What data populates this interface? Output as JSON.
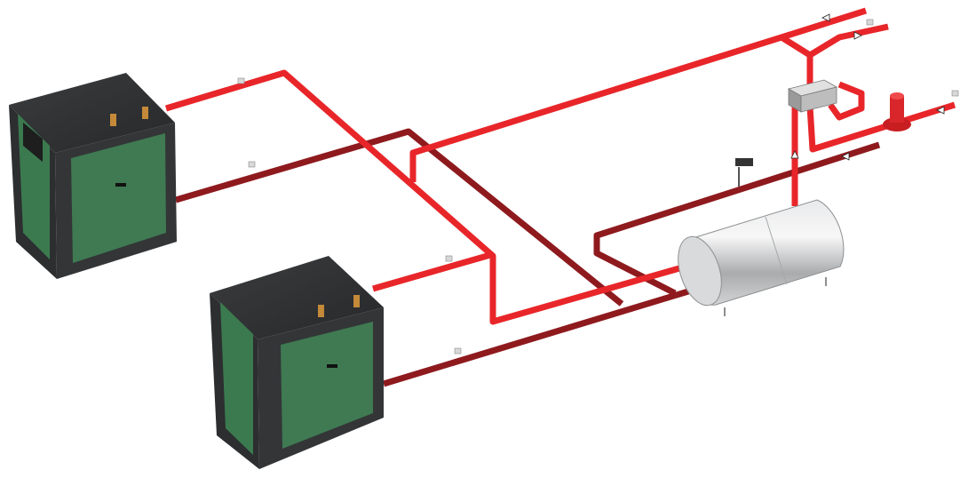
{
  "diagram": {
    "colors": {
      "supply_pipe": "#e8262a",
      "return_pipe": "#8e1a1e",
      "boiler_body": "#2f3133",
      "boiler_panel": "#3f7a52",
      "tank": "#c9cacc",
      "background": "#ffffff"
    },
    "components": [
      "boiler-1",
      "boiler-2",
      "storage-tank",
      "circulator-pump",
      "mixing-valve"
    ]
  }
}
